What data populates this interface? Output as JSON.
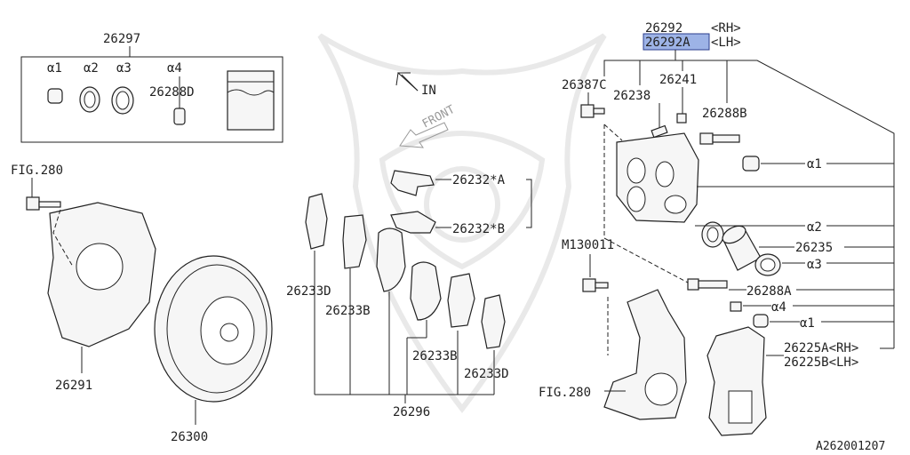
{
  "diagram_id": "A262001207",
  "direction_labels": {
    "inward": "IN",
    "front": "FRONT"
  },
  "caliper_header": {
    "part_main": "26292",
    "part_main_side": "<RH>",
    "part_alt": "26292A",
    "part_alt_side": "<LH>"
  },
  "kit": {
    "number": "26297",
    "items": [
      "α1",
      "α2",
      "α3",
      "α4"
    ],
    "inner_part": "26288D"
  },
  "left_labels": {
    "fig_top": "FIG.280",
    "shield": "26291",
    "rotor": "26300"
  },
  "pad_labels": {
    "clip_a": "26232*A",
    "clip_b": "26232*B",
    "shim_d_left": "26233D",
    "shim_b_left": "26233B",
    "shim_b_right": "26233B",
    "shim_d_right": "26233D",
    "pad_kit": "26296"
  },
  "caliper_labels": {
    "bleeder_bolt": "26387C",
    "bleeder": "26238",
    "cap": "26241",
    "pin_b": "26288B",
    "alpha1_top": "α1",
    "alpha2": "α2",
    "piston": "26235",
    "alpha3": "α3",
    "pin_a": "26288A",
    "alpha4": "α4",
    "alpha1_bottom": "α1",
    "bolt": "M130011",
    "fig_bottom": "FIG.280",
    "support_rh": "26225A<RH>",
    "support_lh": "26225B<LH>"
  },
  "colors": {
    "highlight": "#9db3e6",
    "ink": "#222222"
  }
}
